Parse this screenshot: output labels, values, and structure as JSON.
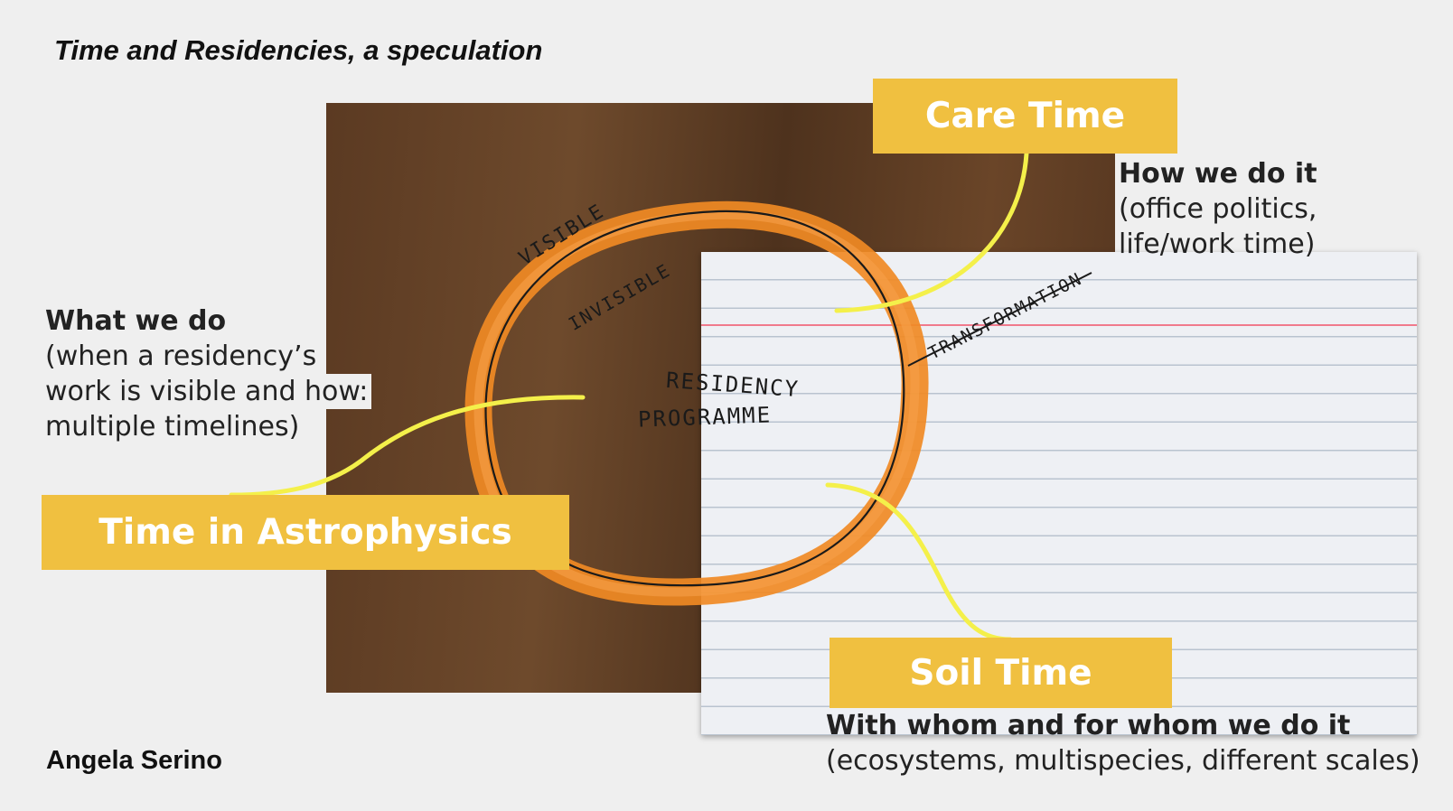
{
  "title": "Time and Residencies, a speculation",
  "author": "Angela Serino",
  "photo": {
    "handwriting": {
      "visible": "VISIBLE",
      "invisible": "INVISIBLE",
      "transformation": "TRANSFORMATION",
      "center_line1": "RESIDENCY",
      "center_line2": "PROGRAMME"
    }
  },
  "labels": {
    "care_time": "Care Time",
    "astrophysics": "Time in Astrophysics",
    "soil_time": "Soil Time"
  },
  "descriptions": {
    "care": {
      "head": "How we do it",
      "line1": "(office politics,",
      "line2": "life/work time)"
    },
    "what": {
      "head": "What we do",
      "line1": "(when a residency’s",
      "line2": "work is visible and how:",
      "line3": "multiple timelines)"
    },
    "soil": {
      "head": "With whom and for whom we do it",
      "line1": "(ecosystems, multispecies, different scales)"
    }
  },
  "colors": {
    "background": "#efefef",
    "label_fill": "#f0c040",
    "connector": "#f4f04a",
    "ring": "#f08a24"
  }
}
